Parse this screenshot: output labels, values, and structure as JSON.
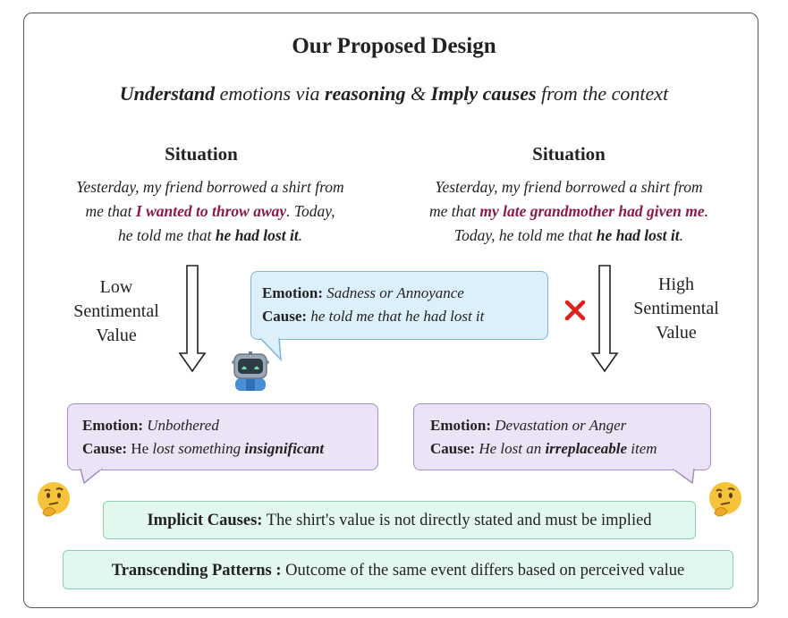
{
  "title": "Our Proposed Design",
  "subtitle": {
    "w1": "Understand",
    "w2": " emotions via ",
    "w3": "reasoning",
    "w4": " & ",
    "w5": "Imply causes",
    "w6": " from the context"
  },
  "left_situation": {
    "heading": "Situation",
    "line1": "Yesterday, my friend borrowed a shirt from",
    "line2_a": "me that ",
    "line2_hl": "I wanted to throw away",
    "line2_b": ". Today,",
    "line3_a": "he told me that ",
    "line3_bold": "he had lost it",
    "line3_b": "."
  },
  "right_situation": {
    "heading": "Situation",
    "line1": "Yesterday, my friend borrowed a shirt from",
    "line2_a": "me that ",
    "line2_hl": "my late grandmother had given me",
    "line2_b": ".",
    "line3_a": "Today, he told me that ",
    "line3_bold": "he had lost it",
    "line3_b": "."
  },
  "left_value": {
    "line1": "Low",
    "line2": "Sentimental",
    "line3": "Value"
  },
  "right_value": {
    "line1": "High",
    "line2": "Sentimental",
    "line3": "Value"
  },
  "model_bubble": {
    "emotion_label": "Emotion:",
    "emotion": "Sadness or Annoyance",
    "cause_label": "Cause:",
    "cause": "he told me that he had lost it"
  },
  "left_bubble": {
    "emotion_label": "Emotion:",
    "emotion": "Unbothered",
    "cause_label": "Cause:",
    "cause_a": "He",
    "cause_b": " lost something ",
    "cause_bold": "insignificant"
  },
  "right_bubble": {
    "emotion_label": "Emotion:",
    "emotion": "Devastation or Anger",
    "cause_label": "Cause:",
    "cause_a": "He lost an ",
    "cause_bold": "irreplaceable",
    "cause_b": " item"
  },
  "implicit_note": {
    "label": "Implicit Causes:",
    "text": " The shirt's value is not directly stated and must be implied"
  },
  "transcending_note": {
    "label": "Transcending Patterns :",
    "text": " Outcome of the same event differs based on perceived value"
  },
  "colors": {
    "highlight": "#8b1a4e",
    "blue_bubble": "#dcf0fb",
    "purple_bubble": "#ece3f7",
    "green_note": "#e2f8ef",
    "cross": "#e0201e"
  },
  "icons": [
    "down-arrow-icon",
    "robot-icon",
    "cross-mark-icon",
    "thinking-face-icon"
  ]
}
